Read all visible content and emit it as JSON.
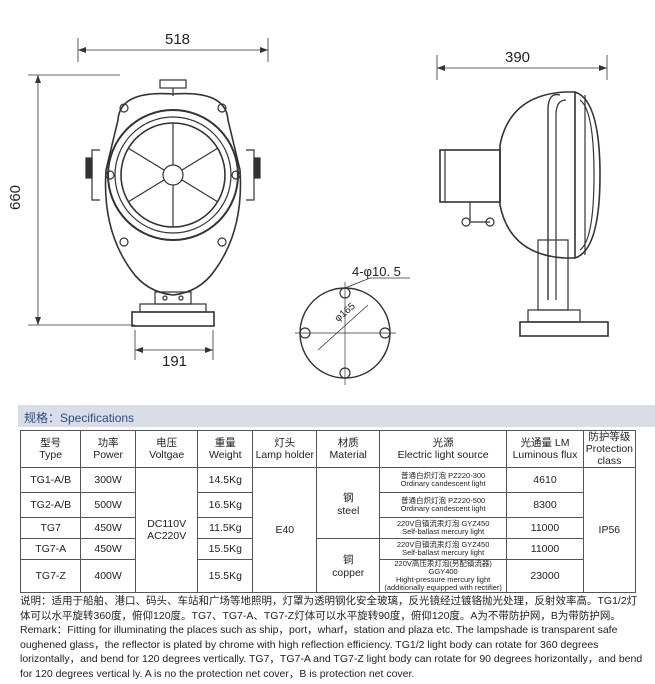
{
  "drawing": {
    "dims": {
      "width_front": "518",
      "height_front": "660",
      "base_width": "191",
      "width_side": "390",
      "holes": "4-φ10. 5",
      "pcd": "φ165"
    }
  },
  "spec": {
    "title": "规格：Specifications",
    "headers": [
      {
        "cn": "型号",
        "en": "Type"
      },
      {
        "cn": "功率",
        "en": "Power"
      },
      {
        "cn": "电压",
        "en": "Voltgae"
      },
      {
        "cn": "重量",
        "en": "Weight"
      },
      {
        "cn": "灯头",
        "en": "Lamp holder"
      },
      {
        "cn": "材质",
        "en": "Material"
      },
      {
        "cn": "光源",
        "en": "Electric light source"
      },
      {
        "cn": "光通量 LM",
        "en": "Luminous flux"
      },
      {
        "cn": "防护等级",
        "en": "Protection class"
      }
    ],
    "rows": [
      {
        "type": "TG1-A/B",
        "power": "300W",
        "weight": "14.5Kg",
        "source_cn": "普通白炽灯泡 PZ220-300",
        "source_en": "Ordinary candescent light",
        "flux": "4610"
      },
      {
        "type": "TG2-A/B",
        "power": "500W",
        "weight": "16.5Kg",
        "source_cn": "普通白炽灯泡 PZ220-500",
        "source_en": "Ordinary candescent light",
        "flux": "8300"
      },
      {
        "type": "TG7",
        "power": "450W",
        "weight": "11.5Kg",
        "source_cn": "220V自镇流汞灯泡 GYZ450",
        "source_en": "Self-ballast mercury light",
        "flux": "11000"
      },
      {
        "type": "TG7-A",
        "power": "450W",
        "weight": "15.5Kg",
        "source_cn": "220V自镇流汞灯泡 GYZ450",
        "source_en": "Self-ballast mercury light",
        "flux": "11000"
      },
      {
        "type": "TG7-Z",
        "power": "400W",
        "weight": "15.5Kg",
        "source_cn": "220V高压汞灯泡(另配镇流器) GGY400",
        "source_en": "Hight-pressure mercury light (additionally equipped with rectifier)",
        "flux": "23000"
      }
    ],
    "voltage_line1": "DC110V",
    "voltage_line2": "AC220V",
    "lamp_holder": "E40",
    "material_steel_cn": "钢",
    "material_steel_en": "steel",
    "material_copper_cn": "铜",
    "material_copper_en": "copper",
    "protection": "IP56"
  },
  "remarks": {
    "cn": "说明：适用于船舶、港口、码头、车站和广场等地照明，灯罩为透明钢化安全玻璃，反光镜经过镀铬抛光处理，反射效率高。TG1/2灯体可以水平旋转360度，俯仰120度。TG7、TG7-A、TG7-Z灯体可以水平旋转90度，俯仰120度。A为不带防护网，B为带防护网。",
    "en": "Remark：Fitting for illuminating the places such as ship，port，wharf，station and plaza etc.  The lampshade is transparent safe oughened glass，the reflector is plated by chrome with high reflection efficiency.  TG1/2 light body can rotate for 360 degrees lorizontally，and bend for 120 degrees vertically.  TG7，TG7-A and TG7-Z light body can rotate for 90 degrees horizontally，and bend for 120 degrees vertical ly.  A is no the protection net cover，B is protection net cover."
  }
}
